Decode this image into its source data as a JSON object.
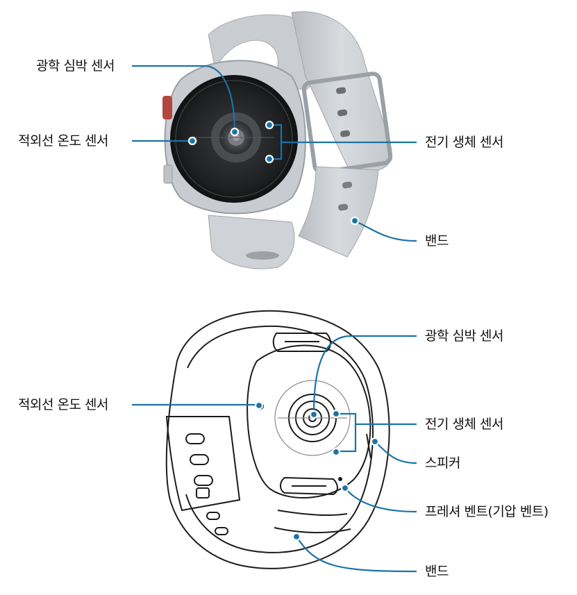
{
  "accent_color": "#1a73a8",
  "top_figure": {
    "labels": {
      "optical_heart_sensor": "광학 심박 센서",
      "infrared_temp_sensor": "적외선 온도 센서",
      "bioelectrical_sensor": "전기 생체 센서",
      "band": "밴드"
    }
  },
  "bottom_figure": {
    "labels": {
      "optical_heart_sensor": "광학 심박 센서",
      "infrared_temp_sensor": "적외선 온도 센서",
      "bioelectrical_sensor": "전기 생체 센서",
      "speaker": "스피커",
      "pressure_vent": "프레셔 벤트(기압 벤트)",
      "band": "밴드"
    }
  }
}
